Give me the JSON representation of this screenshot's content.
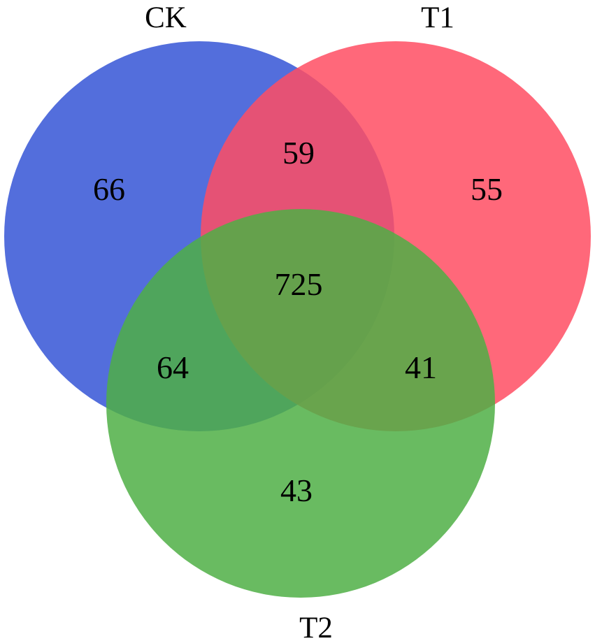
{
  "venn": {
    "sets": {
      "ck": {
        "label": "CK",
        "color": "#3555D6"
      },
      "t1": {
        "label": "T1",
        "color": "#FF4D63"
      },
      "t2": {
        "label": "T2",
        "color": "#4FAF45"
      }
    },
    "regions": {
      "ck_only": "66",
      "t1_only": "55",
      "t2_only": "43",
      "ck_t1": "59",
      "ck_t2": "64",
      "t1_t2": "41",
      "all": "725"
    }
  }
}
